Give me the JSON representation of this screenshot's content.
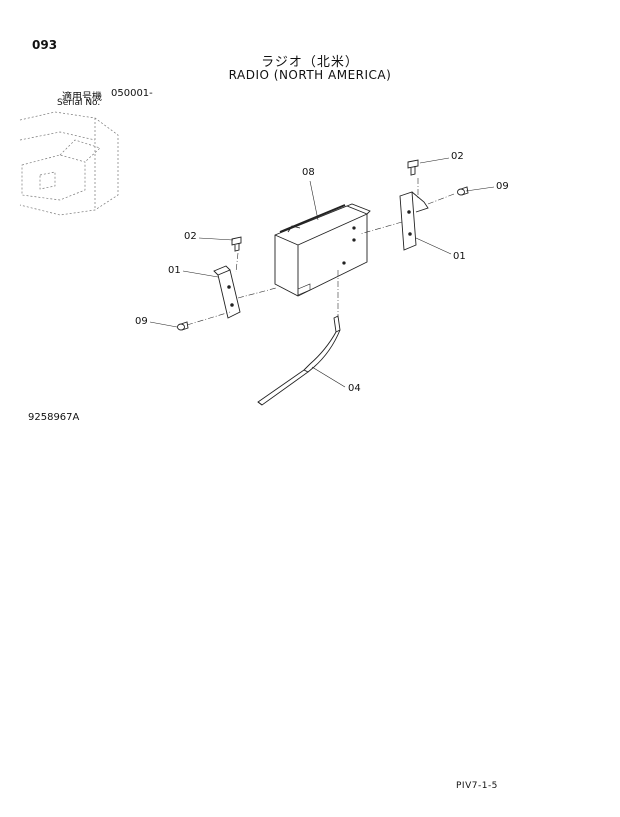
{
  "header": {
    "page_number": "093",
    "title_jp": "ラジオ（北米）",
    "title_en": "RADIO (NORTH AMERICA)"
  },
  "serial": {
    "label_jp": "適用号機",
    "label_en": "Serial No.",
    "value": "050001-"
  },
  "callouts": {
    "c08": "08",
    "c02_right": "02",
    "c09_right": "09",
    "c01_right": "01",
    "c02_left": "02",
    "c01_left": "01",
    "c09_left": "09",
    "c04": "04"
  },
  "figure_number": "9258967A",
  "footer_code": "PIV7-1-5"
}
